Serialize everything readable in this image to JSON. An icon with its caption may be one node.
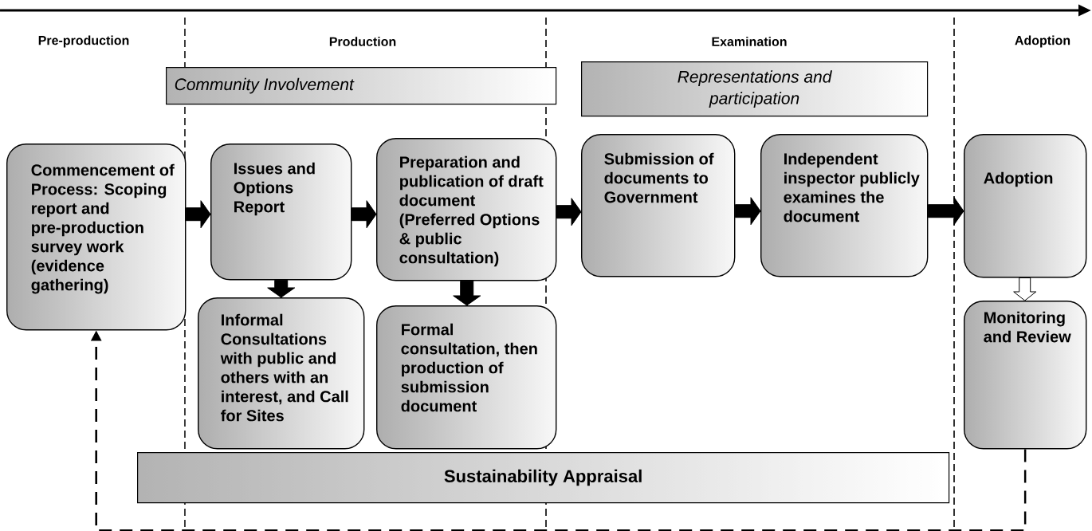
{
  "diagram": {
    "nodes": [
      {
        "text": [
          "Community Involvement"
        ]
      },
      {
        "text": [
          "Representations and participation"
        ]
      },
      {
        "text": [
          "Commencement of Process: Scoping report and pre-production survey work (evidence gathering)"
        ]
      },
      {
        "text": [
          "Issues and Options Report"
        ]
      },
      {
        "text": [
          "Informal Consultations with public and others with an interest, and Call for Sites"
        ]
      },
      {
        "text": [
          "Preparation and publication of draft document (Preferred Options & public consultation)"
        ]
      },
      {
        "text": [
          "Formal consultation, then production of submission document"
        ]
      },
      {
        "text": [
          "Submission of documents to Government"
        ]
      },
      {
        "text": [
          "Independent inspector publicly examines the document"
        ]
      },
      {
        "text": [
          "Adoption"
        ]
      },
      {
        "text": [
          "Monitoring and Review"
        ]
      },
      {
        "text": [
          "Sustainability Appraisal"
        ]
      }
    ],
    "edges": [
      {
        "from": 2,
        "to": 3,
        "arrow": "to"
      },
      {
        "from": 3,
        "to": 5,
        "arrow": "to"
      },
      {
        "from": 5,
        "to": 7,
        "arrow": "to"
      },
      {
        "from": 7,
        "to": 8,
        "arrow": "to"
      },
      {
        "from": 8,
        "to": 9,
        "arrow": "to"
      },
      {
        "from": 3,
        "to": 4,
        "arrow": "to"
      },
      {
        "from": 5,
        "to": 6,
        "arrow": "to"
      },
      {
        "from": 9,
        "to": 10,
        "arrow": "to",
        "color": "#ffffff"
      },
      {
        "from": 10,
        "to": 2,
        "arrow": "to",
        "style": "dashed"
      }
    ],
    "labels": [
      "Pre-production",
      "Production",
      "Examination",
      "Adoption"
    ]
  }
}
